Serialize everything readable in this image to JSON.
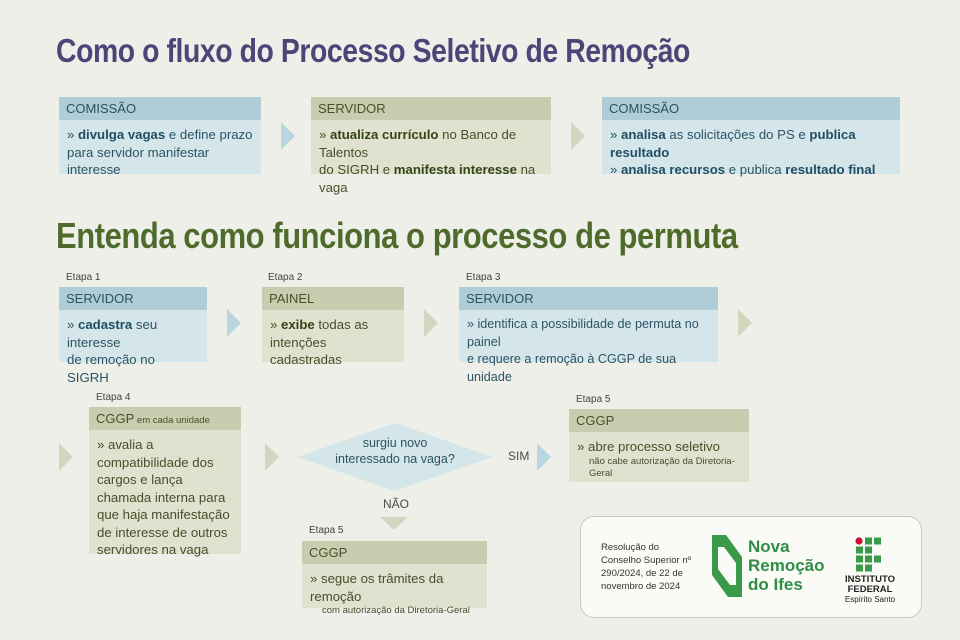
{
  "title1": "Como o fluxo do Processo Seletivo de Remoção",
  "flow1": [
    {
      "header": "COMISSÃO",
      "line1_pre": "» ",
      "line1_b": "divulga vagas",
      "line1_post": " e define prazo",
      "line2": "para servidor manifestar interesse"
    },
    {
      "header": "SERVIDOR",
      "line1_pre": "» ",
      "line1_b": "atualiza currículo",
      "line1_post": " no Banco de Talentos",
      "line2_pre": "do SIGRH e ",
      "line2_b": "manifesta interesse",
      "line2_post": " na vaga"
    },
    {
      "header": "COMISSÃO",
      "line1_pre": "» ",
      "line1_b": "analisa",
      "line1_mid": " as solicitações do PS e ",
      "line1_b2": "publica resultado",
      "line2_pre": "» ",
      "line2_b": "analisa recursos",
      "line2_mid": " e publica ",
      "line2_b2": "resultado final"
    }
  ],
  "title2": "Entenda como funciona o processo de permuta",
  "steps": [
    {
      "etapa": "Etapa 1",
      "header": "SERVIDOR",
      "line1_pre": "» ",
      "line1_b": "cadastra",
      "line1_post": " seu interesse",
      "line2": "de remoção no SIGRH"
    },
    {
      "etapa": "Etapa 2",
      "header": "PAINEL",
      "line1_pre": "» ",
      "line1_b": "exibe",
      "line1_post": " todas as",
      "line2": "intenções cadastradas"
    },
    {
      "etapa": "Etapa 3",
      "header": "SERVIDOR",
      "line1": "» identifica a possibilidade de permuta no painel",
      "line2": "e requere a remoção à CGGP de sua unidade"
    },
    {
      "etapa": "Etapa 4",
      "header": "CGGP",
      "header_small": " em cada unidade",
      "text": "» avalia a compatibilidade dos cargos e lança chamada interna para que haja manifestação de interesse de outros servidores na vaga"
    },
    {
      "etapa": "Etapa 5",
      "header": "CGGP",
      "text": "» abre processo seletivo",
      "note": "não cabe autorização da Diretoria-Geral"
    },
    {
      "etapa": "Etapa 5",
      "header": "CGGP",
      "text": "» segue os trâmites da remoção",
      "note": "com autorização da Diretoria-Geral"
    }
  ],
  "decision": {
    "text": "surgiu novo interessado na vaga?",
    "yes": "SIM",
    "no": "NÃO"
  },
  "footer": {
    "resolution": "Resolução do Conselho Superior nº 290/2024, de 22 de novembro de 2024",
    "logo_lines": [
      "Nova",
      "Remoção",
      "do Ifes"
    ],
    "if_name_1": "INSTITUTO",
    "if_name_2": "FEDERAL",
    "if_name_3": "Espírito Santo"
  },
  "colors": {
    "purple_title": "#4f4477",
    "green_title": "#4f6b2c",
    "blue_header": "#aecdd6",
    "green_header": "#c9cdb0",
    "logo_green": "#3a9a4a",
    "if_red": "#c8102e"
  }
}
